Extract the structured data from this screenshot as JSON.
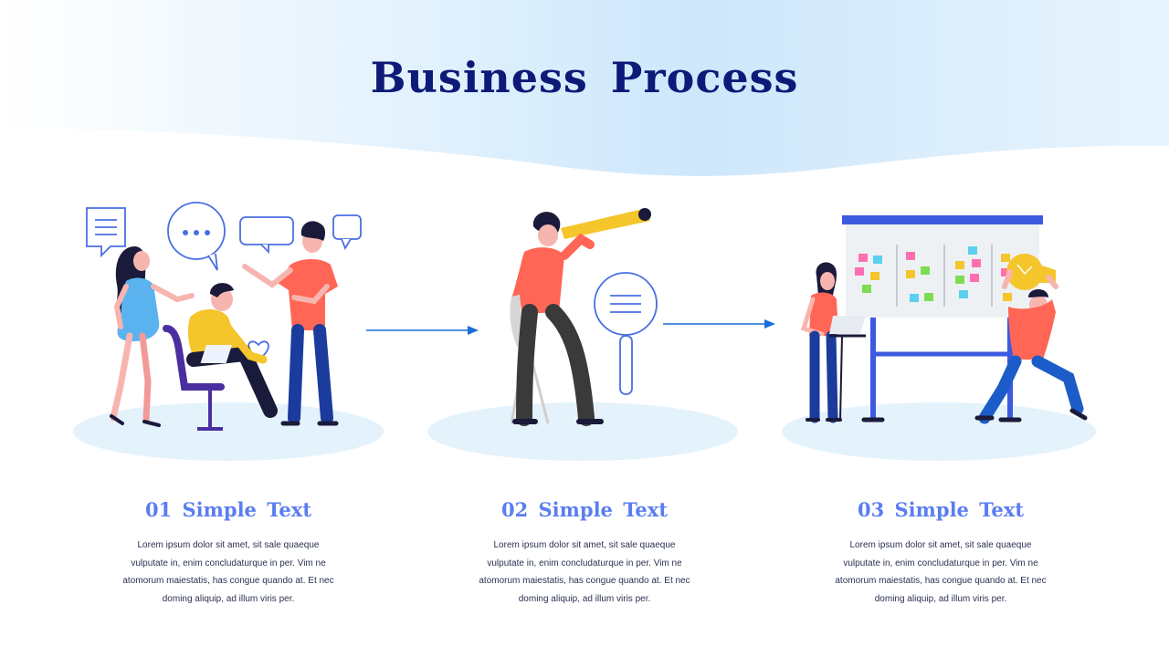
{
  "title": "Business Process",
  "steps": [
    {
      "title": "01 Simple Text",
      "text": "Lorem ipsum dolor sit amet, sit sale quaeque vulputate in, enim concludaturque in per. Vim ne atomorum maiestatis, has congue quando at. Et nec doming aliquip, ad illum viris per."
    },
    {
      "title": "02 Simple Text",
      "text": "Lorem ipsum dolor sit amet, sit sale quaeque vulputate in, enim concludaturque in per. Vim ne atomorum maiestatis, has congue quando at. Et nec doming aliquip, ad illum viris per."
    },
    {
      "title": "03 Simple Text",
      "text": "Lorem ipsum dolor sit amet, sit sale quaeque vulputate in, enim concludaturque in per. Vim ne atomorum maiestatis, has congue quando at. Et nec doming aliquip, ad illum viris per."
    }
  ],
  "scenes": [
    {
      "icon": "team-discussion-illustration"
    },
    {
      "icon": "telescope-search-illustration"
    },
    {
      "icon": "planning-board-idea-illustration"
    }
  ],
  "colors": {
    "title": "#0d1a78",
    "step_title": "#5a7ef0",
    "arrow": "#1b6fd8",
    "wave": "#cfe8fb",
    "body_text": "#2a3150"
  }
}
